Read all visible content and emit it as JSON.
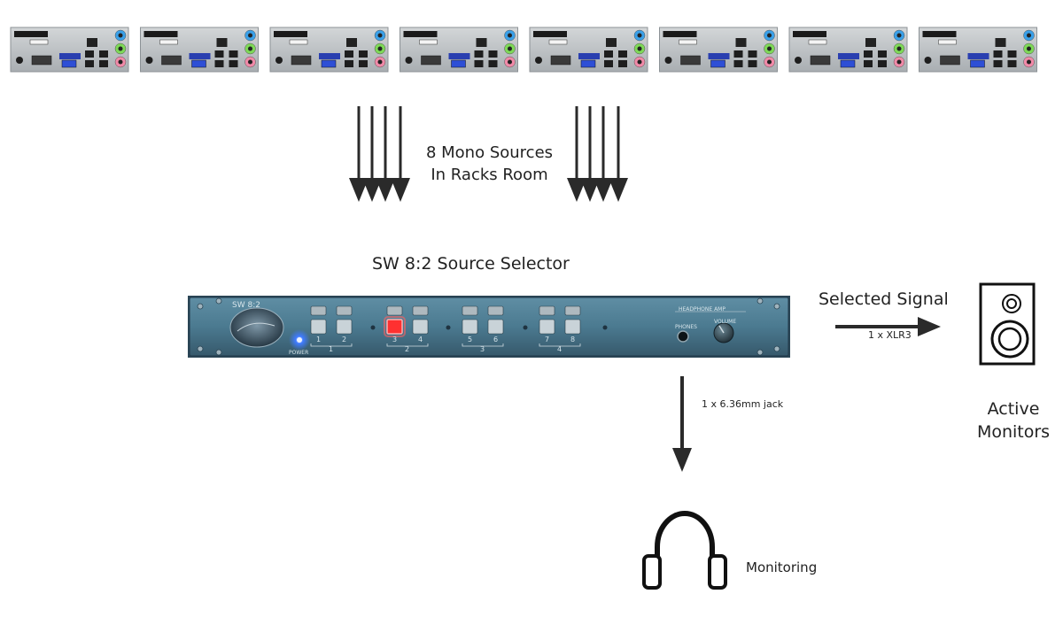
{
  "labels": {
    "sources_line1": "8 Mono Sources",
    "sources_line2": "In Racks Room",
    "selector_title": "SW 8:2 Source Selector",
    "selected_signal": "Selected Signal",
    "xlr": "1 x XLR3",
    "jack": "1 x 6.36mm jack",
    "active_monitors_line1": "Active",
    "active_monitors_line2": "Monitors",
    "monitoring": "Monitoring"
  },
  "front_panel": {
    "model": "SW 8:2",
    "headphone_amp": "HEADPHONE AMP",
    "phones": "PHONES",
    "volume": "VOLUME",
    "power": "POWER",
    "buttons": [
      "1",
      "2",
      "3",
      "4",
      "5",
      "6",
      "7",
      "8"
    ],
    "groups": [
      "1",
      "2",
      "3",
      "4"
    ],
    "active_button": "3"
  },
  "colors": {
    "panel": "#4a7c93",
    "led_blue": "#3f7bff",
    "led_red": "#ff3030",
    "arrow": "#2a2a2a"
  },
  "source_panels": 8
}
